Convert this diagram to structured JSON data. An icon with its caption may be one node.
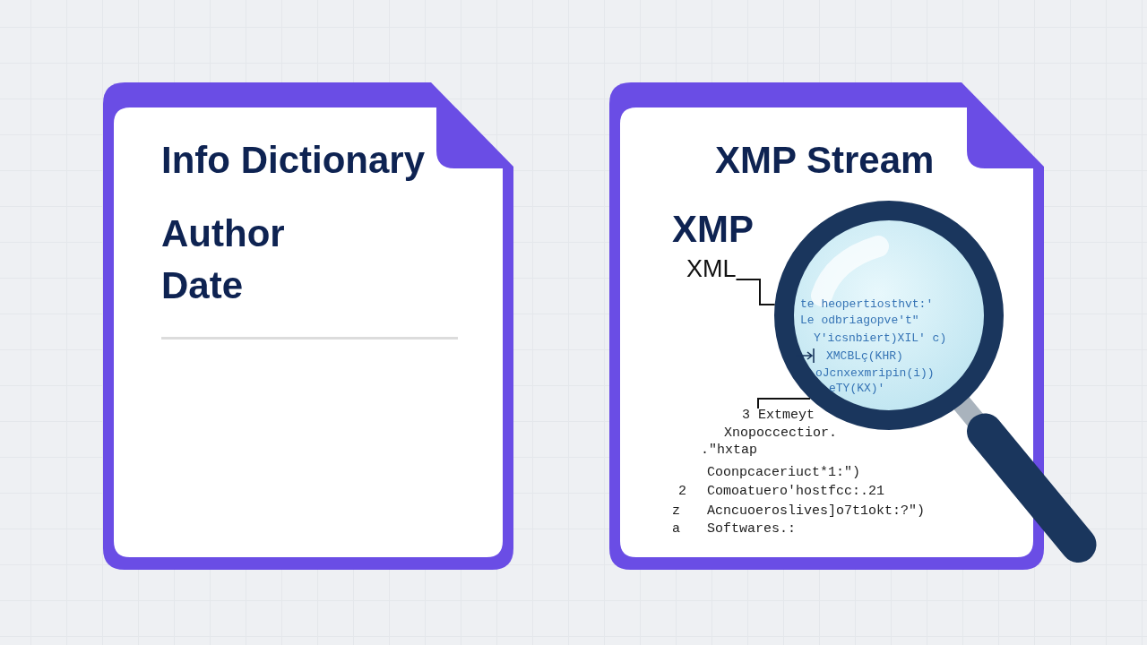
{
  "diagram": {
    "nodes": [
      {
        "text": [
          "Info Dictionary",
          "Author",
          "Date"
        ]
      },
      {
        "text": [
          "XMP Stream",
          "XMP"
        ]
      },
      {
        "text": [],
        "shape": "picture"
      },
      {
        "text": [
          "XML"
        ],
        "in": 1
      },
      {
        "text": [
          "3 Extmeyt"
        ],
        "in": 1
      }
    ],
    "edges": [
      {
        "from": 3,
        "to": 2,
        "arrow": "none"
      },
      {
        "from": 4,
        "to": 2,
        "arrow": "none"
      }
    ],
    "labels": [
      "te heopertiosthvt:'",
      "Le odbriagopve't\"",
      "Y'icsnbiert)XIL' c)",
      "XMCBLç(KHR)",
      "oJcnxexmripin(i))",
      "eTY(KX)'",
      "Xnopoccectior.",
      ".\"hxtap",
      "Coonpcaceriuct*1:\")",
      "2",
      "Comoatuero'hostfcc:.21",
      "z",
      "Acncuoeroslives]o7t1okt:?\")",
      "a",
      "Softwares.:"
    ]
  }
}
